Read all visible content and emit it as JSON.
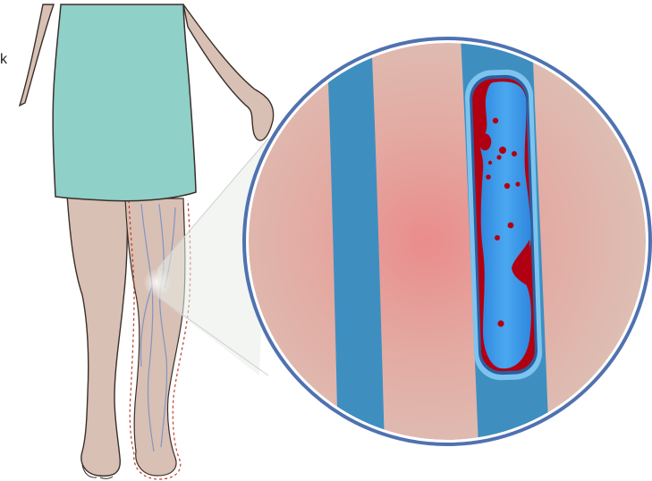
{
  "edge_label": "k",
  "colors": {
    "skin": "#d9c0b4",
    "skin_shadow": "#c9ab9d",
    "outline": "#3a2f2a",
    "dress": "#8fd0c8",
    "vessel_outer": "#3e8fc0",
    "blood_channel": "#3b9be8",
    "blood_channel_light": "#69b7f0",
    "clot": "#b10012",
    "inflammation": "#e88a8a",
    "circle_border": "#4f72b0",
    "swelling_outline": "#c0392b"
  },
  "icons": {
    "figure": "person-leg-diagram",
    "magnifier": "zoom-circle",
    "vein": "vein-with-clot"
  }
}
